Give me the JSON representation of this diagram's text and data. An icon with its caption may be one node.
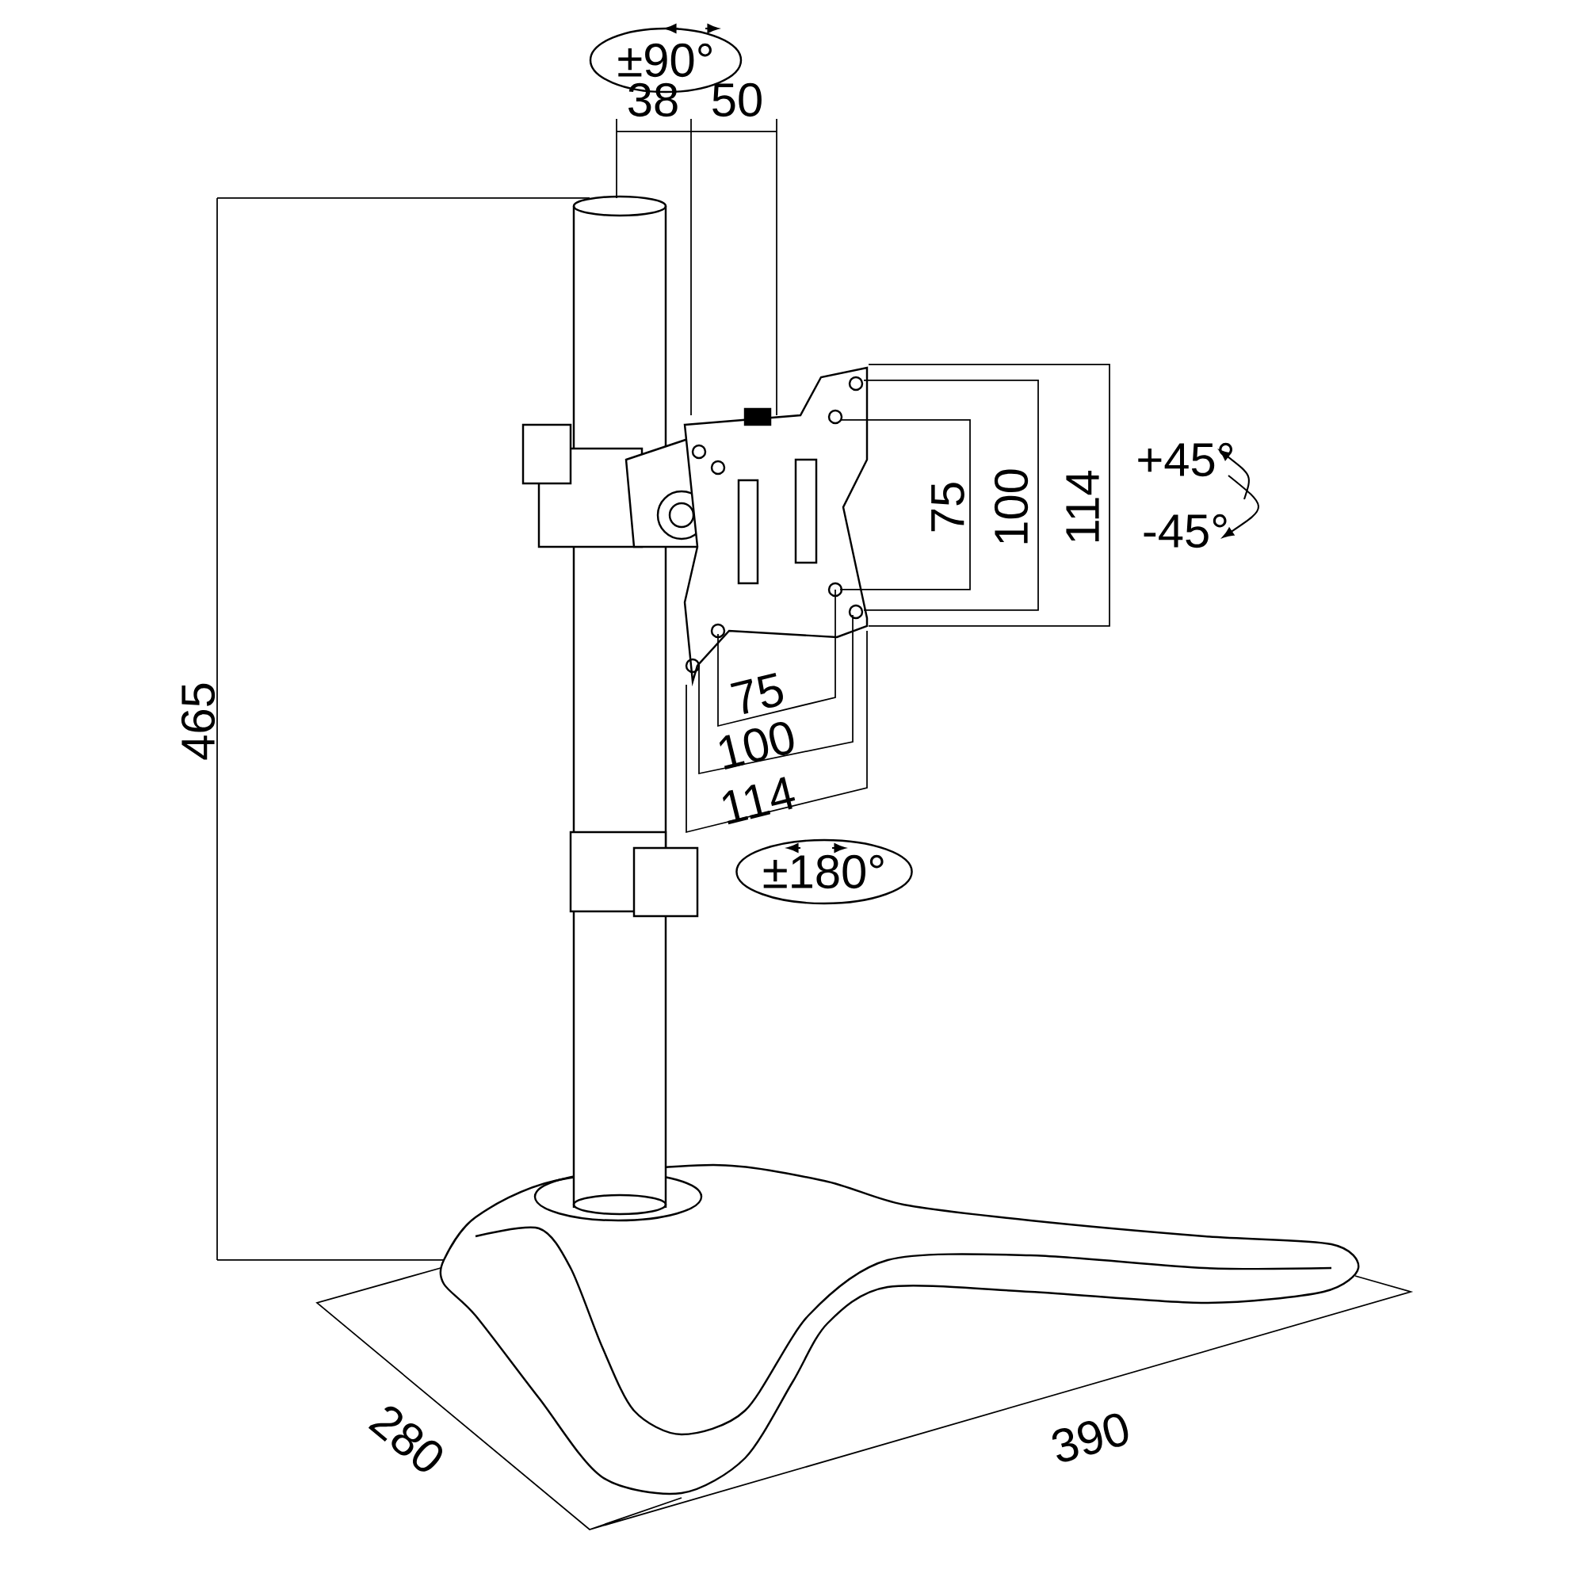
{
  "diagram": {
    "nodes": [
      {
        "text": [
          "±90°"
        ]
      },
      {
        "text": [
          "±180°"
        ]
      }
    ],
    "labels": [
      "38",
      "50",
      "465",
      "+45°",
      "75",
      "100",
      "114",
      "-45°",
      "75",
      "100",
      "114",
      "280",
      "390"
    ]
  }
}
